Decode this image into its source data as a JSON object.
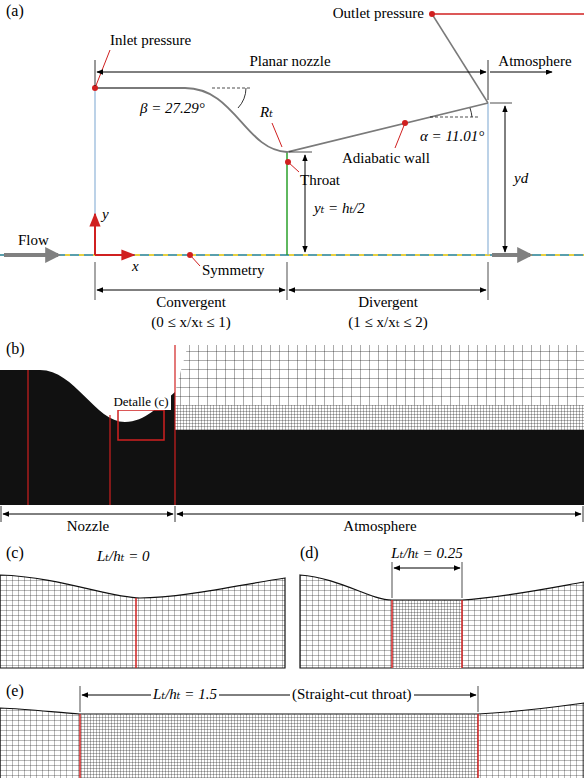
{
  "diagram": {
    "labels": [
      "(a)",
      "Outlet pressure",
      "Inlet pressure",
      "Planar nozzle",
      "Atmosphere",
      "β = 27.29°",
      "Rₜ",
      "Adiabatic wall",
      "Throat",
      "α = 11.01°",
      "yd",
      "Flow",
      "y",
      "x",
      "yₜ = hₜ/2",
      "Symmetry",
      "Convergent",
      "(0 ≤ x/xₜ ≤ 1)",
      "Divergent",
      "(1 ≤ x/xₜ ≤ 2)",
      "(b)",
      "Detalle (c)",
      "Nozzle",
      "Atmosphere",
      "(c)",
      "Lₜ/hₜ = 0",
      "(d)",
      "Lₜ/hₜ = 0.25",
      "(e)",
      "Lₜ/hₜ = 1.5",
      "(Straight-cut throat)"
    ]
  }
}
